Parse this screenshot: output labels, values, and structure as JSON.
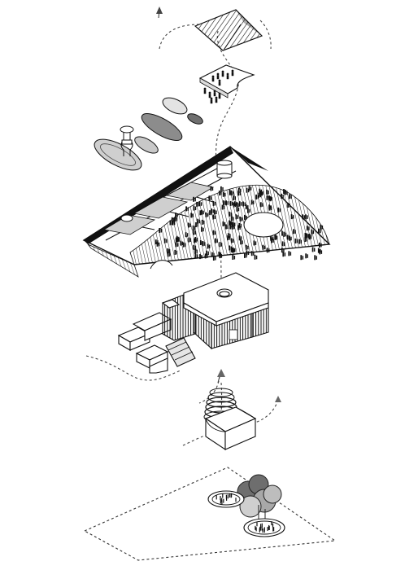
{
  "diagram": {
    "type": "exploded-axonometric-architecture",
    "layers": [
      {
        "id": "roof-cap-hatched",
        "kind": "hatched-pyramid-cap"
      },
      {
        "id": "small-platform-with-figures",
        "kind": "platform-with-people"
      },
      {
        "id": "floating-pads",
        "kind": "elliptical-pads-and-sculpture"
      },
      {
        "id": "landscaped-roof",
        "kind": "roof-with-trees-and-openings"
      },
      {
        "id": "building-volume",
        "kind": "hatched-building-mass"
      },
      {
        "id": "spiral-core",
        "kind": "spiral-vertical-circulation"
      },
      {
        "id": "site-plan",
        "kind": "site-boundary-with-tree-clusters"
      }
    ],
    "colors": {
      "ink": "#111111",
      "light_gray": "#d9d9d9",
      "mid_gray": "#a8a8a8",
      "dark_gray": "#6f6f6f",
      "background": "#ffffff"
    }
  }
}
